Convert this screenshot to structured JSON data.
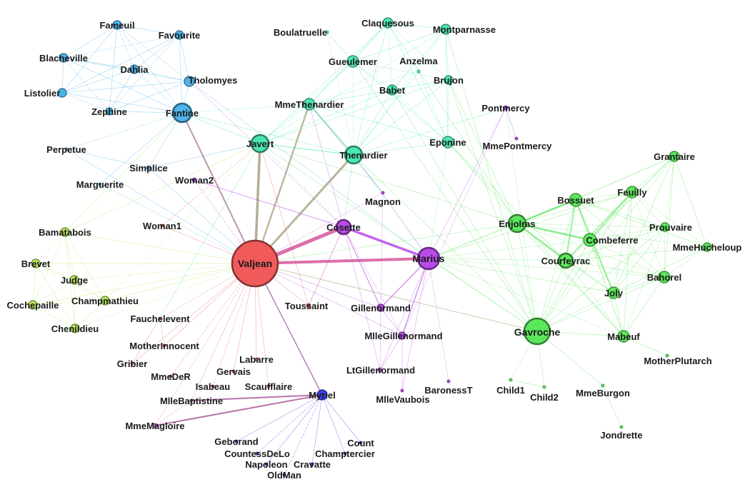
{
  "colors": {
    "blue": "#4db3ea",
    "teal": "#4ce6b0",
    "green": "#5ce65c",
    "purple": "#b94be6",
    "red": "#f05a5a",
    "yellowgreen": "#b8e65c",
    "navy": "#3c3ce6",
    "pink": "#d65cc0",
    "gray": "#9e9e9e"
  },
  "nodes": [
    {
      "id": "Valjean",
      "label": "Valjean",
      "group": "red"
    },
    {
      "id": "Marius",
      "label": "Marius",
      "group": "purple"
    },
    {
      "id": "Cosette",
      "label": "Cosette",
      "group": "purple"
    },
    {
      "id": "Gavroche",
      "label": "Gavroche",
      "group": "green"
    },
    {
      "id": "Enjolras",
      "label": "Enjolras",
      "group": "green"
    },
    {
      "id": "Javert",
      "label": "Javert",
      "group": "teal"
    },
    {
      "id": "Thenardier",
      "label": "Thenardier",
      "group": "teal"
    },
    {
      "id": "Fantine",
      "label": "Fantine",
      "group": "blue"
    },
    {
      "id": "Myriel",
      "label": "Myriel",
      "group": "navy"
    },
    {
      "id": "Courfeyrac",
      "label": "Courfeyrac",
      "group": "green"
    },
    {
      "id": "Bossuet",
      "label": "Bossuet",
      "group": "green"
    },
    {
      "id": "Combeferre",
      "label": "Combeferre",
      "group": "green"
    },
    {
      "id": "Feuilly",
      "label": "Feuilly",
      "group": "green"
    },
    {
      "id": "Bahorel",
      "label": "Bahorel",
      "group": "green"
    },
    {
      "id": "Joly",
      "label": "Joly",
      "group": "green"
    },
    {
      "id": "Grantaire",
      "label": "Grantaire",
      "group": "green"
    },
    {
      "id": "Prouvaire",
      "label": "Prouvaire",
      "group": "green"
    },
    {
      "id": "Mabeuf",
      "label": "Mabeuf",
      "group": "green"
    },
    {
      "id": "MmeHucheloup",
      "label": "MmeHucheloup",
      "group": "green"
    },
    {
      "id": "MotherPlutarch",
      "label": "MotherPlutarch",
      "group": "green"
    },
    {
      "id": "Child1",
      "label": "Child1",
      "group": "green"
    },
    {
      "id": "Child2",
      "label": "Child2",
      "group": "green"
    },
    {
      "id": "MmeBurgon",
      "label": "MmeBurgon",
      "group": "green"
    },
    {
      "id": "Jondrette",
      "label": "Jondrette",
      "group": "green"
    },
    {
      "id": "MmeThenardier",
      "label": "MmeThenardier",
      "group": "teal"
    },
    {
      "id": "Eponine",
      "label": "Eponine",
      "group": "teal"
    },
    {
      "id": "Gueulemer",
      "label": "Gueulemer",
      "group": "teal"
    },
    {
      "id": "Babet",
      "label": "Babet",
      "group": "teal"
    },
    {
      "id": "Claquesous",
      "label": "Claquesous",
      "group": "teal"
    },
    {
      "id": "Montparnasse",
      "label": "Montparnasse",
      "group": "teal"
    },
    {
      "id": "Brujon",
      "label": "Brujon",
      "group": "teal"
    },
    {
      "id": "Anzelma",
      "label": "Anzelma",
      "group": "teal"
    },
    {
      "id": "Boulatruelle",
      "label": "Boulatruelle",
      "group": "teal"
    },
    {
      "id": "Gillenormand",
      "label": "Gillenormand",
      "group": "purple"
    },
    {
      "id": "MlleGillenormand",
      "label": "MlleGillenormand",
      "group": "purple"
    },
    {
      "id": "LtGillenormand",
      "label": "LtGillenormand",
      "group": "purple"
    },
    {
      "id": "MlleVaubois",
      "label": "MlleVaubois",
      "group": "purple"
    },
    {
      "id": "BaronessT",
      "label": "BaronessT",
      "group": "purple"
    },
    {
      "id": "Pontmercy",
      "label": "Pontmercy",
      "group": "purple"
    },
    {
      "id": "MmePontmercy",
      "label": "MmePontmercy",
      "group": "purple"
    },
    {
      "id": "Magnon",
      "label": "Magnon",
      "group": "purple"
    },
    {
      "id": "Toussaint",
      "label": "Toussaint",
      "group": "red"
    },
    {
      "id": "Woman2",
      "label": "Woman2",
      "group": "purple"
    },
    {
      "id": "Woman1",
      "label": "Woman1",
      "group": "red"
    },
    {
      "id": "Tholomyes",
      "label": "Tholomyes",
      "group": "blue"
    },
    {
      "id": "Fameuil",
      "label": "Fameuil",
      "group": "blue"
    },
    {
      "id": "Favourite",
      "label": "Favourite",
      "group": "blue"
    },
    {
      "id": "Blacheville",
      "label": "Blacheville",
      "group": "blue"
    },
    {
      "id": "Dahlia",
      "label": "Dahlia",
      "group": "blue"
    },
    {
      "id": "Listolier",
      "label": "Listolier",
      "group": "blue"
    },
    {
      "id": "Zephine",
      "label": "Zephine",
      "group": "blue"
    },
    {
      "id": "Perpetue",
      "label": "Perpetue",
      "group": "blue"
    },
    {
      "id": "Simplice",
      "label": "Simplice",
      "group": "blue"
    },
    {
      "id": "Marguerite",
      "label": "Marguerite",
      "group": "blue"
    },
    {
      "id": "Bamatabois",
      "label": "Bamatabois",
      "group": "yellowgreen"
    },
    {
      "id": "Brevet",
      "label": "Brevet",
      "group": "yellowgreen"
    },
    {
      "id": "Judge",
      "label": "Judge",
      "group": "yellowgreen"
    },
    {
      "id": "Champmathieu",
      "label": "Champmathieu",
      "group": "yellowgreen"
    },
    {
      "id": "Cochepaille",
      "label": "Cochepaille",
      "group": "yellowgreen"
    },
    {
      "id": "Chenildieu",
      "label": "Chenildieu",
      "group": "yellowgreen"
    },
    {
      "id": "Fauchelevent",
      "label": "Fauchelevent",
      "group": "red"
    },
    {
      "id": "MotherInnocent",
      "label": "MotherInnocent",
      "group": "red"
    },
    {
      "id": "Gribier",
      "label": "Gribier",
      "group": "red"
    },
    {
      "id": "MmeDeR",
      "label": "MmeDeR",
      "group": "red"
    },
    {
      "id": "Labarre",
      "label": "Labarre",
      "group": "red"
    },
    {
      "id": "Gervais",
      "label": "Gervais",
      "group": "red"
    },
    {
      "id": "Isabeau",
      "label": "Isabeau",
      "group": "red"
    },
    {
      "id": "Scaufflaire",
      "label": "Scaufflaire",
      "group": "red"
    },
    {
      "id": "MlleBaptistine",
      "label": "MlleBaptistine",
      "group": "pink"
    },
    {
      "id": "MmeMagloire",
      "label": "MmeMagloire",
      "group": "pink"
    },
    {
      "id": "Geborand",
      "label": "Geborand",
      "group": "navy"
    },
    {
      "id": "CountessDeLo",
      "label": "CountessDeLo",
      "group": "navy"
    },
    {
      "id": "Napoleon",
      "label": "Napoleon",
      "group": "navy"
    },
    {
      "id": "Cravatte",
      "label": "Cravatte",
      "group": "navy"
    },
    {
      "id": "OldMan",
      "label": "OldMan",
      "group": "navy"
    },
    {
      "id": "Champtercier",
      "label": "Champtercier",
      "group": "navy"
    },
    {
      "id": "Count",
      "label": "Count",
      "group": "navy"
    }
  ],
  "edges": [
    [
      "Valjean",
      "Cosette"
    ],
    [
      "Valjean",
      "Marius"
    ],
    [
      "Valjean",
      "Javert"
    ],
    [
      "Valjean",
      "Thenardier"
    ],
    [
      "Valjean",
      "Fantine"
    ],
    [
      "Valjean",
      "MmeThenardier"
    ],
    [
      "Valjean",
      "Myriel"
    ],
    [
      "Valjean",
      "Enjolras"
    ],
    [
      "Valjean",
      "Gavroche"
    ],
    [
      "Valjean",
      "Woman2"
    ],
    [
      "Valjean",
      "Woman1"
    ],
    [
      "Valjean",
      "Toussaint"
    ],
    [
      "Valjean",
      "Fauchelevent"
    ],
    [
      "Valjean",
      "MotherInnocent"
    ],
    [
      "Valjean",
      "Gribier"
    ],
    [
      "Valjean",
      "MmeDeR"
    ],
    [
      "Valjean",
      "Labarre"
    ],
    [
      "Valjean",
      "Gervais"
    ],
    [
      "Valjean",
      "Isabeau"
    ],
    [
      "Valjean",
      "Scaufflaire"
    ],
    [
      "Valjean",
      "MlleBaptistine"
    ],
    [
      "Valjean",
      "MmeMagloire"
    ],
    [
      "Valjean",
      "Bamatabois"
    ],
    [
      "Valjean",
      "Brevet"
    ],
    [
      "Valjean",
      "Judge"
    ],
    [
      "Valjean",
      "Champmathieu"
    ],
    [
      "Valjean",
      "Cochepaille"
    ],
    [
      "Valjean",
      "Chenildieu"
    ],
    [
      "Valjean",
      "Simplice"
    ],
    [
      "Valjean",
      "Perpetue"
    ],
    [
      "Valjean",
      "Marguerite"
    ],
    [
      "Valjean",
      "Gillenormand"
    ],
    [
      "Valjean",
      "MlleGillenormand"
    ],
    [
      "Valjean",
      "Magnon"
    ],
    [
      "Cosette",
      "Marius"
    ],
    [
      "Cosette",
      "Gillenormand"
    ],
    [
      "Cosette",
      "MlleGillenormand"
    ],
    [
      "Cosette",
      "LtGillenormand"
    ],
    [
      "Cosette",
      "Thenardier"
    ],
    [
      "Cosette",
      "Javert"
    ],
    [
      "Cosette",
      "Woman2"
    ],
    [
      "Cosette",
      "Toussaint"
    ],
    [
      "Marius",
      "Gillenormand"
    ],
    [
      "Marius",
      "MlleGillenormand"
    ],
    [
      "Marius",
      "LtGillenormand"
    ],
    [
      "Marius",
      "BaronessT"
    ],
    [
      "Marius",
      "MlleVaubois"
    ],
    [
      "Marius",
      "Pontmercy"
    ],
    [
      "Marius",
      "Eponine"
    ],
    [
      "Marius",
      "Enjolras"
    ],
    [
      "Marius",
      "Courfeyrac"
    ],
    [
      "Marius",
      "Combeferre"
    ],
    [
      "Marius",
      "Bossuet"
    ],
    [
      "Marius",
      "Feuilly"
    ],
    [
      "Marius",
      "Bahorel"
    ],
    [
      "Marius",
      "Joly"
    ],
    [
      "Marius",
      "Gavroche"
    ],
    [
      "Marius",
      "Mabeuf"
    ],
    [
      "Marius",
      "Thenardier"
    ],
    [
      "Marius",
      "Tholomyes"
    ],
    [
      "Marius",
      "Magnon"
    ],
    [
      "Gillenormand",
      "MlleGillenormand"
    ],
    [
      "Gillenormand",
      "LtGillenormand"
    ],
    [
      "Gillenormand",
      "Magnon"
    ],
    [
      "MlleGillenormand",
      "LtGillenormand"
    ],
    [
      "MlleGillenormand",
      "MlleVaubois"
    ],
    [
      "MlleGillenormand",
      "Pontmercy"
    ],
    [
      "Pontmercy",
      "MmePontmercy"
    ],
    [
      "Pontmercy",
      "Thenardier"
    ],
    [
      "Pontmercy",
      "Gavroche"
    ],
    [
      "Fantine",
      "Javert"
    ],
    [
      "Fantine",
      "Tholomyes"
    ],
    [
      "Fantine",
      "Fameuil"
    ],
    [
      "Fantine",
      "Favourite"
    ],
    [
      "Fantine",
      "Blacheville"
    ],
    [
      "Fantine",
      "Dahlia"
    ],
    [
      "Fantine",
      "Listolier"
    ],
    [
      "Fantine",
      "Zephine"
    ],
    [
      "Fantine",
      "Perpetue"
    ],
    [
      "Fantine",
      "Simplice"
    ],
    [
      "Fantine",
      "Marguerite"
    ],
    [
      "Fantine",
      "MmeThenardier"
    ],
    [
      "Fantine",
      "Thenardier"
    ],
    [
      "Fantine",
      "Bamatabois"
    ],
    [
      "Tholomyes",
      "Fameuil"
    ],
    [
      "Tholomyes",
      "Favourite"
    ],
    [
      "Tholomyes",
      "Blacheville"
    ],
    [
      "Tholomyes",
      "Dahlia"
    ],
    [
      "Tholomyes",
      "Listolier"
    ],
    [
      "Tholomyes",
      "Zephine"
    ],
    [
      "Tholomyes",
      "Cosette"
    ],
    [
      "Fameuil",
      "Favourite"
    ],
    [
      "Fameuil",
      "Blacheville"
    ],
    [
      "Fameuil",
      "Dahlia"
    ],
    [
      "Fameuil",
      "Listolier"
    ],
    [
      "Fameuil",
      "Zephine"
    ],
    [
      "Favourite",
      "Blacheville"
    ],
    [
      "Favourite",
      "Dahlia"
    ],
    [
      "Favourite",
      "Listolier"
    ],
    [
      "Favourite",
      "Zephine"
    ],
    [
      "Blacheville",
      "Dahlia"
    ],
    [
      "Blacheville",
      "Listolier"
    ],
    [
      "Blacheville",
      "Zephine"
    ],
    [
      "Dahlia",
      "Listolier"
    ],
    [
      "Dahlia",
      "Zephine"
    ],
    [
      "Listolier",
      "Zephine"
    ],
    [
      "Simplice",
      "Perpetue"
    ],
    [
      "Javert",
      "Thenardier"
    ],
    [
      "Javert",
      "MmeThenardier"
    ],
    [
      "Javert",
      "Enjolras"
    ],
    [
      "Javert",
      "Gavroche"
    ],
    [
      "Javert",
      "Woman1"
    ],
    [
      "Javert",
      "Bamatabois"
    ],
    [
      "Javert",
      "Simplice"
    ],
    [
      "Javert",
      "Gueulemer"
    ],
    [
      "Javert",
      "Babet"
    ],
    [
      "Javert",
      "Claquesous"
    ],
    [
      "Javert",
      "Montparnasse"
    ],
    [
      "Javert",
      "Brujon"
    ],
    [
      "Javert",
      "Toussaint"
    ],
    [
      "Javert",
      "Champmathieu"
    ],
    [
      "Thenardier",
      "MmeThenardier"
    ],
    [
      "Thenardier",
      "Eponine"
    ],
    [
      "Thenardier",
      "Gueulemer"
    ],
    [
      "Thenardier",
      "Babet"
    ],
    [
      "Thenardier",
      "Claquesous"
    ],
    [
      "Thenardier",
      "Montparnasse"
    ],
    [
      "Thenardier",
      "Brujon"
    ],
    [
      "Thenardier",
      "Anzelma"
    ],
    [
      "Thenardier",
      "Boulatruelle"
    ],
    [
      "Thenardier",
      "Gavroche"
    ],
    [
      "MmeThenardier",
      "Eponine"
    ],
    [
      "MmeThenardier",
      "Anzelma"
    ],
    [
      "MmeThenardier",
      "Babet"
    ],
    [
      "MmeThenardier",
      "Gueulemer"
    ],
    [
      "MmeThenardier",
      "Claquesous"
    ],
    [
      "MmeThenardier",
      "Magnon"
    ],
    [
      "MmeThenardier",
      "Cosette"
    ],
    [
      "Gueulemer",
      "Babet"
    ],
    [
      "Gueulemer",
      "Claquesous"
    ],
    [
      "Gueulemer",
      "Montparnasse"
    ],
    [
      "Gueulemer",
      "Brujon"
    ],
    [
      "Gueulemer",
      "Eponine"
    ],
    [
      "Gueulemer",
      "Gavroche"
    ],
    [
      "Babet",
      "Claquesous"
    ],
    [
      "Babet",
      "Montparnasse"
    ],
    [
      "Babet",
      "Brujon"
    ],
    [
      "Babet",
      "Eponine"
    ],
    [
      "Babet",
      "Gavroche"
    ],
    [
      "Claquesous",
      "Montparnasse"
    ],
    [
      "Claquesous",
      "Brujon"
    ],
    [
      "Claquesous",
      "Eponine"
    ],
    [
      "Claquesous",
      "Enjolras"
    ],
    [
      "Montparnasse",
      "Brujon"
    ],
    [
      "Montparnasse",
      "Eponine"
    ],
    [
      "Montparnasse",
      "Gavroche"
    ],
    [
      "Brujon",
      "Eponine"
    ],
    [
      "Brujon",
      "Gavroche"
    ],
    [
      "Brujon",
      "Enjolras"
    ],
    [
      "Eponine",
      "Anzelma"
    ],
    [
      "Eponine",
      "Courfeyrac"
    ],
    [
      "Eponine",
      "Mabeuf"
    ],
    [
      "Eponine",
      "Enjolras"
    ],
    [
      "Boulatruelle",
      "Gueulemer"
    ],
    [
      "Enjolras",
      "Courfeyrac"
    ],
    [
      "Enjolras",
      "Bossuet"
    ],
    [
      "Enjolras",
      "Combeferre"
    ],
    [
      "Enjolras",
      "Feuilly"
    ],
    [
      "Enjolras",
      "Bahorel"
    ],
    [
      "Enjolras",
      "Joly"
    ],
    [
      "Enjolras",
      "Grantaire"
    ],
    [
      "Enjolras",
      "Prouvaire"
    ],
    [
      "Enjolras",
      "Gavroche"
    ],
    [
      "Enjolras",
      "Mabeuf"
    ],
    [
      "Enjolras",
      "MmeHucheloup"
    ],
    [
      "Courfeyrac",
      "Bossuet"
    ],
    [
      "Courfeyrac",
      "Combeferre"
    ],
    [
      "Courfeyrac",
      "Feuilly"
    ],
    [
      "Courfeyrac",
      "Bahorel"
    ],
    [
      "Courfeyrac",
      "Joly"
    ],
    [
      "Courfeyrac",
      "Grantaire"
    ],
    [
      "Courfeyrac",
      "Prouvaire"
    ],
    [
      "Courfeyrac",
      "Gavroche"
    ],
    [
      "Courfeyrac",
      "Mabeuf"
    ],
    [
      "Courfeyrac",
      "MmeHucheloup"
    ],
    [
      "Bossuet",
      "Combeferre"
    ],
    [
      "Bossuet",
      "Feuilly"
    ],
    [
      "Bossuet",
      "Bahorel"
    ],
    [
      "Bossuet",
      "Joly"
    ],
    [
      "Bossuet",
      "Grantaire"
    ],
    [
      "Bossuet",
      "Prouvaire"
    ],
    [
      "Bossuet",
      "Gavroche"
    ],
    [
      "Bossuet",
      "Mabeuf"
    ],
    [
      "Bossuet",
      "MmeHucheloup"
    ],
    [
      "Combeferre",
      "Feuilly"
    ],
    [
      "Combeferre",
      "Bahorel"
    ],
    [
      "Combeferre",
      "Joly"
    ],
    [
      "Combeferre",
      "Grantaire"
    ],
    [
      "Combeferre",
      "Prouvaire"
    ],
    [
      "Combeferre",
      "Gavroche"
    ],
    [
      "Combeferre",
      "Mabeuf"
    ],
    [
      "Feuilly",
      "Bahorel"
    ],
    [
      "Feuilly",
      "Joly"
    ],
    [
      "Feuilly",
      "Grantaire"
    ],
    [
      "Feuilly",
      "Prouvaire"
    ],
    [
      "Feuilly",
      "Gavroche"
    ],
    [
      "Feuilly",
      "Mabeuf"
    ],
    [
      "Feuilly",
      "MmeHucheloup"
    ],
    [
      "Bahorel",
      "Joly"
    ],
    [
      "Bahorel",
      "Grantaire"
    ],
    [
      "Bahorel",
      "Prouvaire"
    ],
    [
      "Bahorel",
      "Gavroche"
    ],
    [
      "Bahorel",
      "Mabeuf"
    ],
    [
      "Bahorel",
      "MmeHucheloup"
    ],
    [
      "Joly",
      "Grantaire"
    ],
    [
      "Joly",
      "Prouvaire"
    ],
    [
      "Joly",
      "Gavroche"
    ],
    [
      "Joly",
      "Mabeuf"
    ],
    [
      "Joly",
      "MmeHucheloup"
    ],
    [
      "Grantaire",
      "Prouvaire"
    ],
    [
      "Grantaire",
      "MmeHucheloup"
    ],
    [
      "Gavroche",
      "Mabeuf"
    ],
    [
      "Gavroche",
      "Child1"
    ],
    [
      "Gavroche",
      "Child2"
    ],
    [
      "Gavroche",
      "MmeBurgon"
    ],
    [
      "Gavroche",
      "Grantaire"
    ],
    [
      "Gavroche",
      "Prouvaire"
    ],
    [
      "Mabeuf",
      "MotherPlutarch"
    ],
    [
      "Mabeuf",
      "Prouvaire"
    ],
    [
      "Child1",
      "Child2"
    ],
    [
      "MmeBurgon",
      "Jondrette"
    ],
    [
      "Bamatabois",
      "Brevet"
    ],
    [
      "Bamatabois",
      "Judge"
    ],
    [
      "Bamatabois",
      "Champmathieu"
    ],
    [
      "Bamatabois",
      "Cochepaille"
    ],
    [
      "Bamatabois",
      "Chenildieu"
    ],
    [
      "Brevet",
      "Judge"
    ],
    [
      "Brevet",
      "Champmathieu"
    ],
    [
      "Brevet",
      "Cochepaille"
    ],
    [
      "Brevet",
      "Chenildieu"
    ],
    [
      "Judge",
      "Champmathieu"
    ],
    [
      "Judge",
      "Cochepaille"
    ],
    [
      "Judge",
      "Chenildieu"
    ],
    [
      "Champmathieu",
      "Cochepaille"
    ],
    [
      "Champmathieu",
      "Chenildieu"
    ],
    [
      "Cochepaille",
      "Chenildieu"
    ],
    [
      "Fauchelevent",
      "MotherInnocent"
    ],
    [
      "Fauchelevent",
      "Gribier"
    ],
    [
      "Fauchelevent",
      "Javert"
    ],
    [
      "Myriel",
      "MlleBaptistine"
    ],
    [
      "Myriel",
      "MmeMagloire"
    ],
    [
      "Myriel",
      "Geborand"
    ],
    [
      "Myriel",
      "CountessDeLo"
    ],
    [
      "Myriel",
      "Napoleon"
    ],
    [
      "Myriel",
      "Cravatte"
    ],
    [
      "Myriel",
      "OldMan"
    ],
    [
      "Myriel",
      "Champtercier"
    ],
    [
      "Myriel",
      "Count"
    ],
    [
      "MlleBaptistine",
      "MmeMagloire"
    ],
    [
      "Woman2",
      "Cosette"
    ],
    [
      "Magnon",
      "Thenardier"
    ],
    [
      "Toussaint",
      "Cosette"
    ]
  ]
}
